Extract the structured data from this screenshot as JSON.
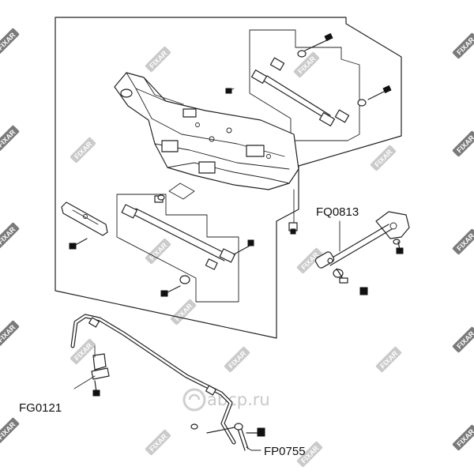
{
  "callouts": {
    "fq0813": "FQ0813",
    "fg0121": "FG0121",
    "fp0755": "FP0755"
  },
  "watermark": {
    "brand_text": "FIXAR",
    "site_text": "abcp.ru",
    "brand_color": "#7a7a7a",
    "site_color": "#c9c9c9"
  },
  "icons": {
    "logo": "abcp-logo-icon"
  }
}
